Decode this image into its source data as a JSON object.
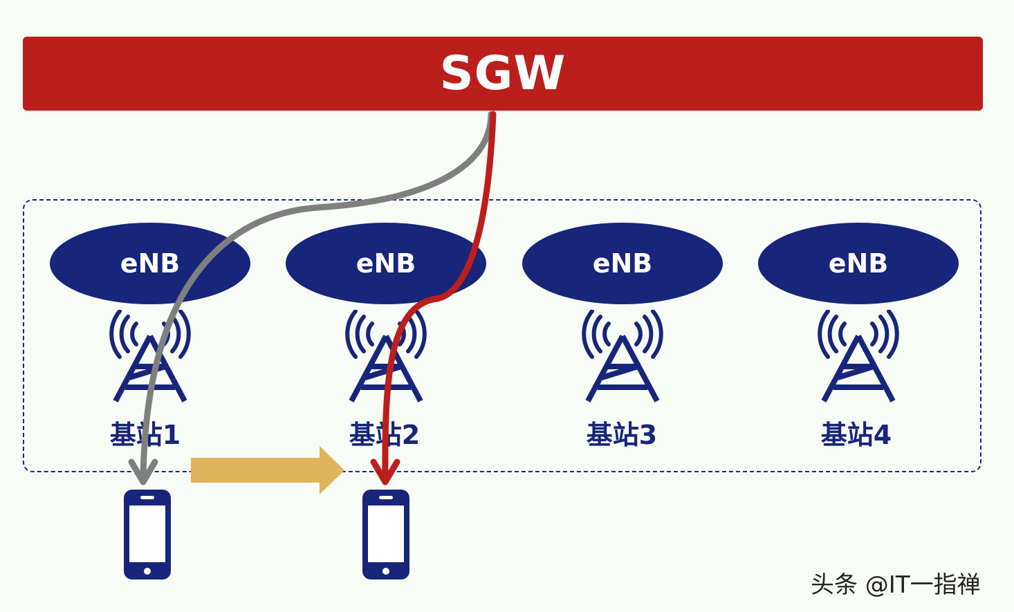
{
  "sgw": {
    "label": "SGW",
    "color": "#bb1f1b"
  },
  "enb_label": "eNB",
  "stations": [
    {
      "enb_label": "eNB",
      "name": "基站1"
    },
    {
      "enb_label": "eNB",
      "name": "基站2"
    },
    {
      "enb_label": "eNB",
      "name": "基站3"
    },
    {
      "enb_label": "eNB",
      "name": "基站4"
    }
  ],
  "colors": {
    "enb_fill": "#17257a",
    "old_path": "#7f7f7f",
    "new_path": "#bb1f1b",
    "handover_arrow": "#e0b45a"
  },
  "icons": [
    "antenna-tower-icon",
    "smartphone-icon",
    "handover-arrow-icon"
  ],
  "watermark": "头条 @IT一指禅"
}
